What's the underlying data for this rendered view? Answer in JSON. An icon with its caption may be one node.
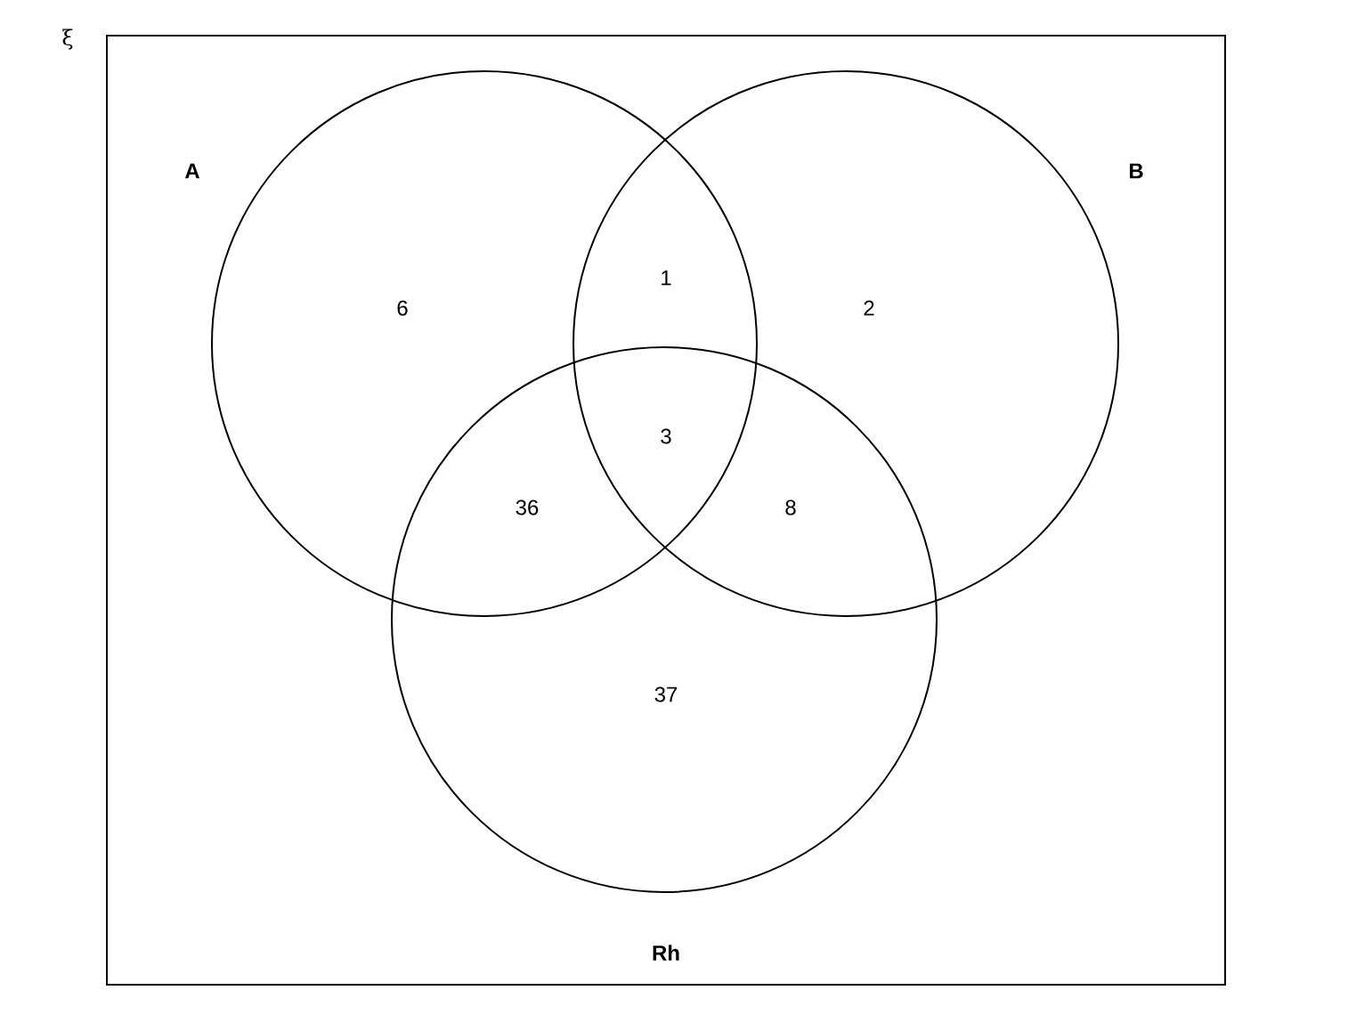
{
  "diagram": {
    "nodes": [
      {
        "text": [
          "ξ"
        ]
      },
      {
        "text": [
          "A"
        ],
        "in": 0
      },
      {
        "text": [
          "B"
        ],
        "in": 0
      },
      {
        "text": [
          "Rh"
        ],
        "in": 0
      }
    ],
    "labels": [
      "1",
      "6",
      "2",
      "3",
      "36",
      "8",
      "37"
    ]
  }
}
